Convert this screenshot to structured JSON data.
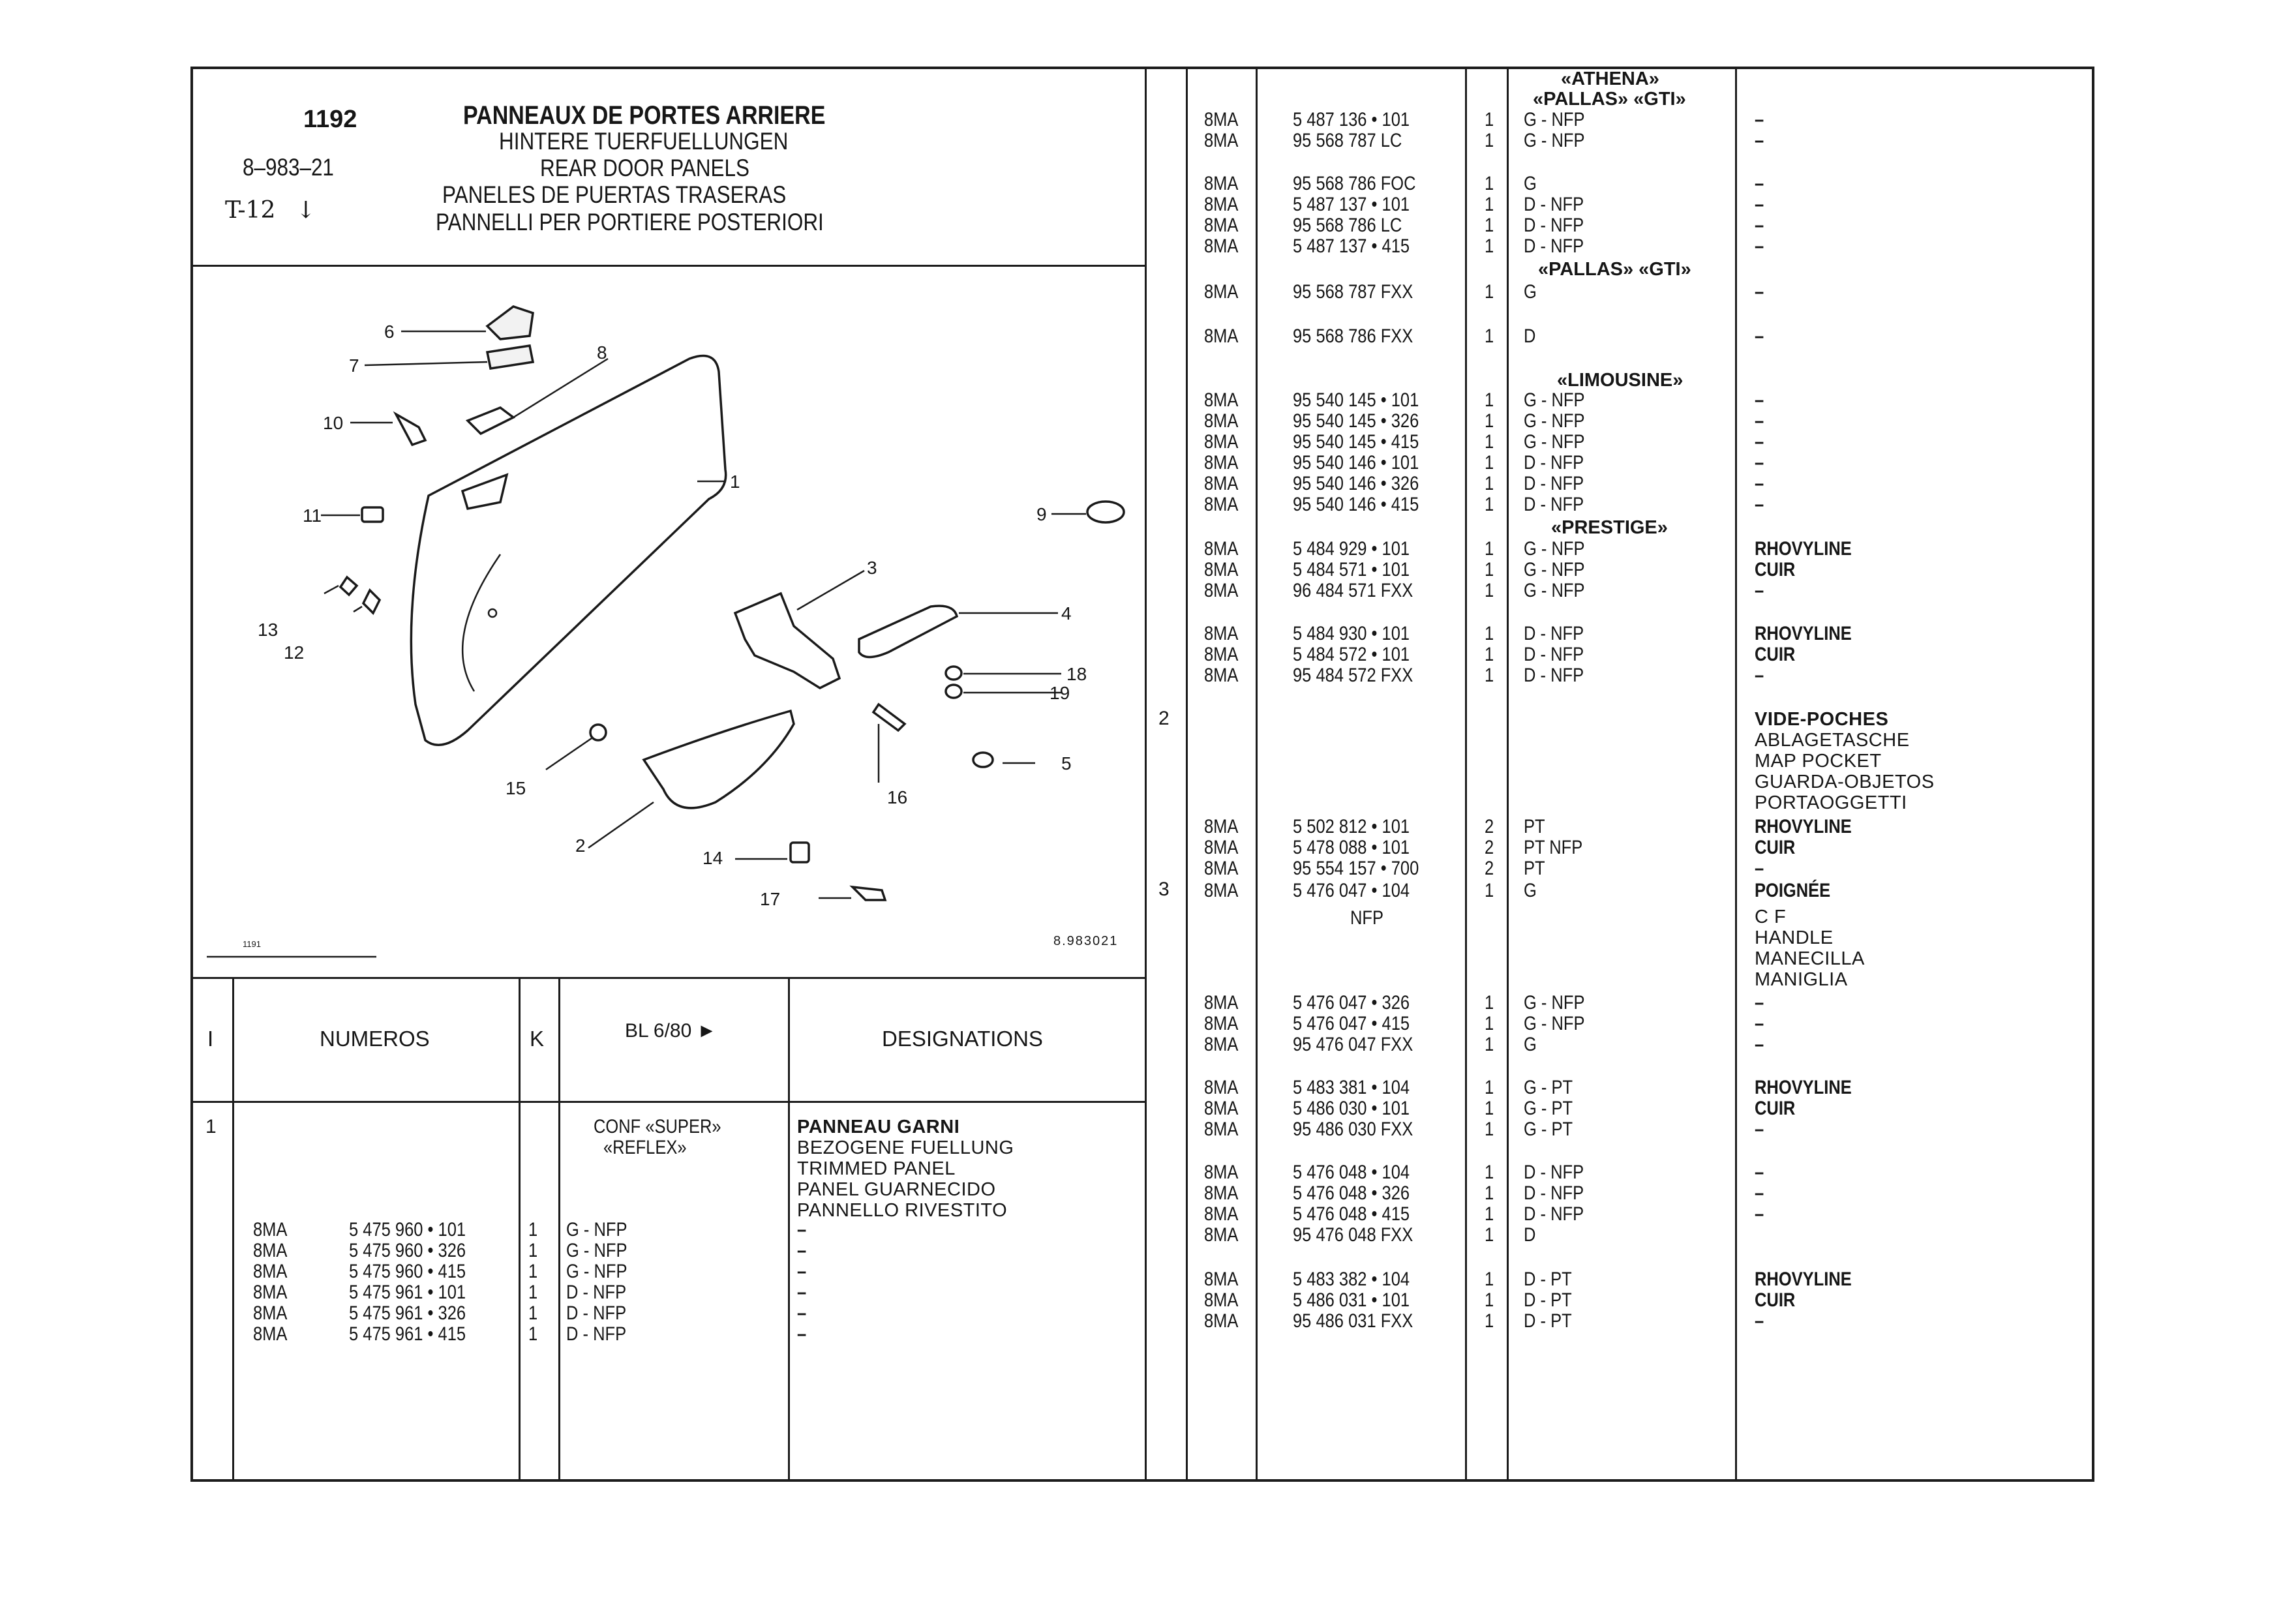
{
  "header": {
    "plate_number": "1192",
    "plate_code": "8–983–21",
    "plate_ref": "T-12",
    "title_fr": "PANNEAUX DE PORTES ARRIERE",
    "title_de": "HINTERE TUERFUELLUNGEN",
    "title_en": "REAR DOOR PANELS",
    "title_es": "PANELES DE PUERTAS TRASERAS",
    "title_it": "PANNELLI PER PORTIERE POSTERIORI"
  },
  "diagram": {
    "labels": [
      "1",
      "2",
      "3",
      "4",
      "5",
      "6",
      "7",
      "8",
      "9",
      "10",
      "11",
      "12",
      "13",
      "14",
      "15",
      "16",
      "17",
      "18",
      "19"
    ],
    "footer_left": "1191",
    "footer_right": "8.983021"
  },
  "table_header": {
    "col_i": "I",
    "col_numeros": "NUMEROS",
    "col_k": "K",
    "col_bl": "BL 6/80 ►",
    "col_designations": "DESIGNATIONS"
  },
  "left_entry": {
    "index": "1",
    "conf_line1": "CONF «SUPER»",
    "conf_line2": "«REFLEX»",
    "designation": [
      "PANNEAU GARNI",
      "BEZOGENE FUELLUNG",
      "TRIMMED PANEL",
      "PANEL GUARNECIDO",
      "PANNELLO RIVESTITO"
    ],
    "rows": [
      {
        "code": "8MA",
        "num": "5 475 960 • 101",
        "k": "1",
        "var": "G - NFP",
        "des": "–"
      },
      {
        "code": "8MA",
        "num": "5 475 960 • 326",
        "k": "1",
        "var": "G - NFP",
        "des": "–"
      },
      {
        "code": "8MA",
        "num": "5 475 960 • 415",
        "k": "1",
        "var": "G - NFP",
        "des": "–"
      },
      {
        "code": "8MA",
        "num": "5 475 961 • 101",
        "k": "1",
        "var": "D - NFP",
        "des": "–"
      },
      {
        "code": "8MA",
        "num": "5 475 961 • 326",
        "k": "1",
        "var": "D - NFP",
        "des": "–"
      },
      {
        "code": "8MA",
        "num": "5 475 961 • 415",
        "k": "1",
        "var": "D - NFP",
        "des": "–"
      }
    ]
  },
  "right_table": {
    "groups": [
      {
        "label": "«ATHENA»"
      },
      {
        "label": "«PALLAS» «GTI»"
      },
      {
        "label": "«PALLAS» «GTI»"
      },
      {
        "label": "«LIMOUSINE»"
      },
      {
        "label": "«PRESTIGE»"
      }
    ],
    "rows": [
      {
        "code": "8MA",
        "num": "5 487 136 • 101",
        "k": "1",
        "var": "G - NFP",
        "des": "–"
      },
      {
        "code": "8MA",
        "num": "95 568 787 LC",
        "k": "1",
        "var": "G - NFP",
        "des": "–"
      },
      {
        "code": "8MA",
        "num": "95 568 786 FOC",
        "k": "1",
        "var": "G",
        "des": "–"
      },
      {
        "code": "8MA",
        "num": "5 487 137 • 101",
        "k": "1",
        "var": "D - NFP",
        "des": "–"
      },
      {
        "code": "8MA",
        "num": "95 568 786 LC",
        "k": "1",
        "var": "D - NFP",
        "des": "–"
      },
      {
        "code": "8MA",
        "num": "5 487 137 • 415",
        "k": "1",
        "var": "D - NFP",
        "des": "–"
      },
      {
        "code": "8MA",
        "num": "95 568 787 FXX",
        "k": "1",
        "var": "G",
        "des": "–"
      },
      {
        "code": "8MA",
        "num": "95 568 786 FXX",
        "k": "1",
        "var": "D",
        "des": "–"
      },
      {
        "code": "8MA",
        "num": "95 540 145 • 101",
        "k": "1",
        "var": "G - NFP",
        "des": "–"
      },
      {
        "code": "8MA",
        "num": "95 540 145 • 326",
        "k": "1",
        "var": "G - NFP",
        "des": "–"
      },
      {
        "code": "8MA",
        "num": "95 540 145 • 415",
        "k": "1",
        "var": "G - NFP",
        "des": "–"
      },
      {
        "code": "8MA",
        "num": "95 540 146 • 101",
        "k": "1",
        "var": "D - NFP",
        "des": "–"
      },
      {
        "code": "8MA",
        "num": "95 540 146 • 326",
        "k": "1",
        "var": "D - NFP",
        "des": "–"
      },
      {
        "code": "8MA",
        "num": "95 540 146 • 415",
        "k": "1",
        "var": "D - NFP",
        "des": "–"
      },
      {
        "code": "8MA",
        "num": "5 484 929 • 101",
        "k": "1",
        "var": "G - NFP",
        "des": "RHOVYLINE"
      },
      {
        "code": "8MA",
        "num": "5 484 571 • 101",
        "k": "1",
        "var": "G - NFP",
        "des": "CUIR"
      },
      {
        "code": "8MA",
        "num": "96 484 571  FXX",
        "k": "1",
        "var": "G - NFP",
        "des": "–"
      },
      {
        "code": "8MA",
        "num": "5 484 930 • 101",
        "k": "1",
        "var": "D - NFP",
        "des": "RHOVYLINE"
      },
      {
        "code": "8MA",
        "num": "5 484 572 • 101",
        "k": "1",
        "var": "D - NFP",
        "des": "CUIR"
      },
      {
        "code": "8MA",
        "num": "95 484 572 FXX",
        "k": "1",
        "var": "D - NFP",
        "des": "–"
      }
    ],
    "item2_index": "2",
    "item2_designation": [
      "VIDE-POCHES",
      "ABLAGETASCHE",
      "MAP POCKET",
      "GUARDA-OBJETOS",
      "PORTAOGGETTI"
    ],
    "item2_rows": [
      {
        "code": "8MA",
        "num": "5 502 812 • 101",
        "k": "2",
        "var": "PT",
        "des": "RHOVYLINE"
      },
      {
        "code": "8MA",
        "num": "5 478 088 • 101",
        "k": "2",
        "var": "PT  NFP",
        "des": "CUIR"
      },
      {
        "code": "8MA",
        "num": "95 554 157 • 700",
        "k": "2",
        "var": "PT",
        "des": "–"
      }
    ],
    "item3_index": "3",
    "item3_row": {
      "code": "8MA",
      "num": "5 476 047 • 104",
      "k": "1",
      "var": "G",
      "des": "POIGNÉE"
    },
    "item3_nfp": "NFP",
    "item3_designation": [
      "C   F",
      "HANDLE",
      "MANECILLA",
      "MANIGLIA"
    ],
    "item3_rows": [
      {
        "code": "8MA",
        "num": "5 476 047 • 326",
        "k": "1",
        "var": "G - NFP",
        "des": "–"
      },
      {
        "code": "8MA",
        "num": "5 476 047 • 415",
        "k": "1",
        "var": "G - NFP",
        "des": "–"
      },
      {
        "code": "8MA",
        "num": "95 476 047 FXX",
        "k": "1",
        "var": "G",
        "des": "–"
      },
      {
        "code": "8MA",
        "num": "5 483 381 • 104",
        "k": "1",
        "var": "G - PT",
        "des": "RHOVYLINE"
      },
      {
        "code": "8MA",
        "num": "5 486 030 • 101",
        "k": "1",
        "var": "G - PT",
        "des": "CUIR"
      },
      {
        "code": "8MA",
        "num": "95 486 030 FXX",
        "k": "1",
        "var": "G - PT",
        "des": "–"
      },
      {
        "code": "8MA",
        "num": "5 476 048 • 104",
        "k": "1",
        "var": "D - NFP",
        "des": "–"
      },
      {
        "code": "8MA",
        "num": "5 476 048 • 326",
        "k": "1",
        "var": "D - NFP",
        "des": "–"
      },
      {
        "code": "8MA",
        "num": "5 476 048 • 415",
        "k": "1",
        "var": "D - NFP",
        "des": "–"
      },
      {
        "code": "8MA",
        "num": "95 476 048 FXX",
        "k": "1",
        "var": "D",
        "des": ""
      },
      {
        "code": "8MA",
        "num": "5 483 382 • 104",
        "k": "1",
        "var": "D - PT",
        "des": "RHOVYLINE"
      },
      {
        "code": "8MA",
        "num": "5 486 031 • 101",
        "k": "1",
        "var": "D - PT",
        "des": "CUIR"
      },
      {
        "code": "8MA",
        "num": "95 486 031  FXX",
        "k": "1",
        "var": "D - PT",
        "des": "–"
      }
    ]
  }
}
